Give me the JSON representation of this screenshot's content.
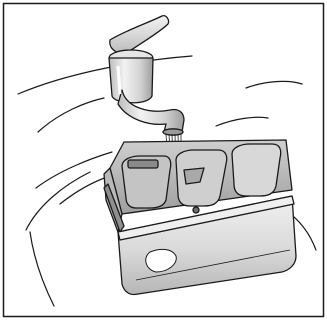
{
  "illustration": {
    "subject": "faucet-rinsing-detergent-drawer",
    "frame_color": "#1a1a1a",
    "line_color": "#1a1a1a",
    "tap_light": "#e9e9e9",
    "tap_mid": "#c9c9c9",
    "tap_dark": "#9a9a9a",
    "drawer_light": "#eeeeee",
    "drawer_mid": "#d6d6d6",
    "drawer_dark": "#a8a8a8",
    "compartments": [
      {
        "name": "prewash"
      },
      {
        "name": "main-wash"
      },
      {
        "name": "softener"
      }
    ]
  }
}
